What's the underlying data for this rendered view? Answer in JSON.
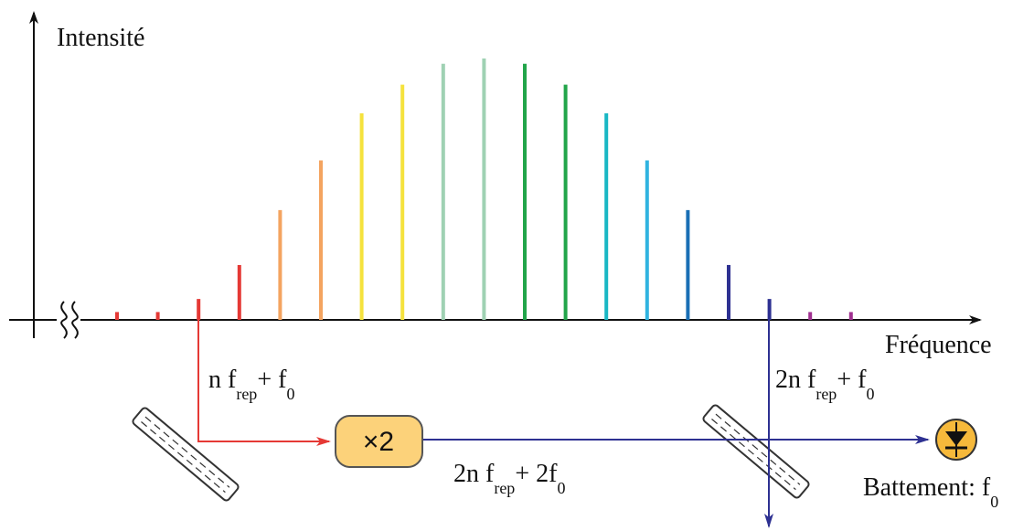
{
  "labels": {
    "y_axis": "Intensité",
    "x_axis": "Fréquence",
    "left_beam": {
      "main": "n f",
      "sub1": "rep",
      "mid": "+ f",
      "sub2": "0"
    },
    "right_beam": {
      "main": "2n f",
      "sub1": "rep",
      "mid": "+ f",
      "sub2": "0"
    },
    "doubled_beam": {
      "main": "2n f",
      "sub1": "rep",
      "mid": "+ 2f",
      "sub2": "0"
    },
    "beat": {
      "main": "Battement: f",
      "sub": "0"
    },
    "doubler": "×2"
  },
  "colors": {
    "red_beam": "#e53935",
    "blue_beam": "#2e3192",
    "doubler_fill": "#fcd27a",
    "doubler_stroke": "#555555",
    "detector_fill": "#f6b93b"
  },
  "chart_data": {
    "type": "bar",
    "comb_lines": [
      {
        "x": 1,
        "value": 0.03,
        "color": "#e53935"
      },
      {
        "x": 2,
        "value": 0.03,
        "color": "#e53935"
      },
      {
        "x": 3,
        "value": 0.08,
        "color": "#e53935"
      },
      {
        "x": 4,
        "value": 0.21,
        "color": "#e53935"
      },
      {
        "x": 5,
        "value": 0.42,
        "color": "#f4a460"
      },
      {
        "x": 6,
        "value": 0.61,
        "color": "#f4a460"
      },
      {
        "x": 7,
        "value": 0.79,
        "color": "#f5e23d"
      },
      {
        "x": 8,
        "value": 0.9,
        "color": "#f5e23d"
      },
      {
        "x": 9,
        "value": 0.98,
        "color": "#9fd1b3"
      },
      {
        "x": 10,
        "value": 1.0,
        "color": "#9fd1b3"
      },
      {
        "x": 11,
        "value": 0.98,
        "color": "#22a54a"
      },
      {
        "x": 12,
        "value": 0.9,
        "color": "#22a54a"
      },
      {
        "x": 13,
        "value": 0.79,
        "color": "#19b7c4"
      },
      {
        "x": 14,
        "value": 0.61,
        "color": "#30b3e0"
      },
      {
        "x": 15,
        "value": 0.42,
        "color": "#1a6fb5"
      },
      {
        "x": 16,
        "value": 0.21,
        "color": "#2e3192"
      },
      {
        "x": 17,
        "value": 0.08,
        "color": "#2e3192"
      },
      {
        "x": 18,
        "value": 0.03,
        "color": "#a03090"
      },
      {
        "x": 19,
        "value": 0.03,
        "color": "#a03090"
      }
    ],
    "ylim": [
      0,
      1
    ]
  }
}
